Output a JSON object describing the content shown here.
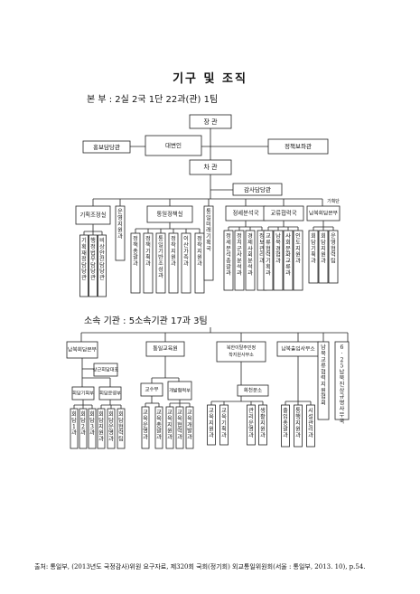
{
  "title": "기구 및 조직",
  "subtitle_main": "본 부 : 2실 2국 1단 22과(관) 1팀",
  "subtitle_affiliated": "소속 기관 : 5소속기관 17과 3팀",
  "main": {
    "minister": "장 관",
    "spokesman": "대변인",
    "pr_office": "홍보담당관",
    "policy_advisor": "정책보좌관",
    "vice_minister": "차 관",
    "audit": "감사담당관",
    "small_label": "기획단",
    "depts": [
      {
        "name": "기획조정실",
        "subs": [
          "기획재정담당관",
          "행정법무담당관",
          "비상안전담당관"
        ]
      },
      {
        "name": "운영지원과",
        "subs": []
      },
      {
        "name": "통일정책실",
        "subs": [
          "정책총괄과",
          "정책기획과",
          "통일기반조성과",
          "정착지원과",
          "이산가족과",
          "정착지원과"
        ]
      },
      {
        "name": "통일미래기획국",
        "subs": []
      },
      {
        "name": "정세분석국",
        "subs": [
          "정세분석총괄과",
          "정치군사분석과",
          "경제사회분석과",
          "정보관리과"
        ]
      },
      {
        "name": "교류협력국",
        "subs": [
          "교류협력기획과",
          "남북경협과",
          "사회문화교류과",
          "인도지원과"
        ]
      },
      {
        "name": "남북회담본부",
        "subs": [
          "회담기획과",
          "회담지원과",
          "운영협력팀"
        ]
      }
    ]
  },
  "affiliated": {
    "orgs": [
      {
        "name": "남북회담본부",
        "subs": [
          {
            "name": "상근회담대표",
            "units": []
          },
          {
            "name": "회담기획부",
            "units": [
              "회담1과",
              "회담2과",
              "회담3과"
            ]
          },
          {
            "name": "회담운영부",
            "units": [
              "회담지원과",
              "회담운영과",
              "회담협력팀"
            ]
          }
        ]
      },
      {
        "name": "통일교육원",
        "subs": [
          {
            "name": "교수부",
            "units": [
              "교육운영과",
              "교육총괄과"
            ]
          },
          {
            "name": "개발협력부",
            "units": [
              "교육지원과",
              "교육협력과",
              "교육개발과"
            ]
          }
        ]
      },
      {
        "name": "북한이탈주민정착지원사무소",
        "subs": [
          {
            "name": "화천분소",
            "units": [
              "교육지원과",
              "교육기획과",
              "관리운영과",
              "생활지원과"
            ]
          }
        ]
      },
      {
        "name": "남북출입사무소",
        "subs": [
          {
            "name": "",
            "units": [
              "출입총괄과",
              "통행지원과",
              "시설관리과"
            ]
          }
        ]
      },
      {
        "name": "남북교류협력지원협회",
        "subs": []
      },
      {
        "name": "6·25납북진상규명사무국",
        "subs": []
      }
    ]
  },
  "source": "출처: 통일부, (2013년도 국정감사)위원 요구자료, 제320회 국회(정기회) 외교통일위원회(서울 : 통일부, 2013. 10), p.54."
}
